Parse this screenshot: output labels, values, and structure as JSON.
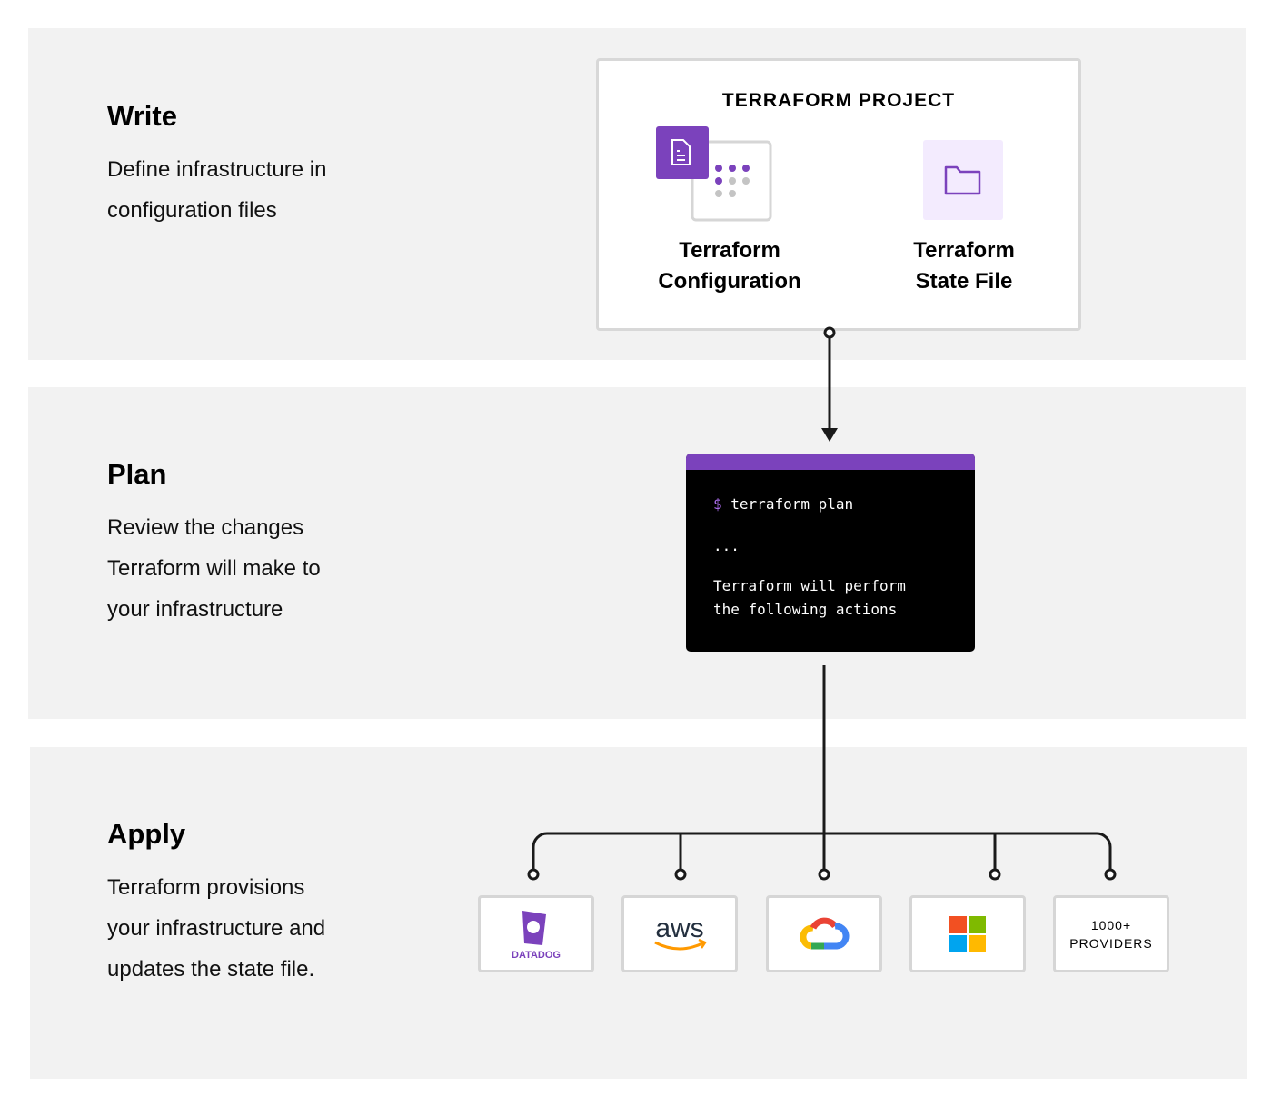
{
  "sections": [
    {
      "title": "Write",
      "lines": [
        "Define infrastructure in",
        "configuration files"
      ]
    },
    {
      "title": "Plan",
      "lines": [
        "Review the changes",
        "Terraform will make to",
        "your infrastructure"
      ]
    },
    {
      "title": "Apply",
      "lines": [
        "Terraform provisions",
        "your infrastructure and",
        "updates the state file."
      ]
    }
  ],
  "project": {
    "title": "TERRAFORM PROJECT",
    "config_label": [
      "Terraform",
      "Configuration"
    ],
    "state_label": [
      "Terraform",
      "State File"
    ]
  },
  "terminal": {
    "prompt": "$",
    "command": "terraform plan",
    "ellipsis": "...",
    "output": [
      "Terraform will perform",
      "the following actions"
    ]
  },
  "providers": [
    {
      "name": "DATADOG"
    },
    {
      "name": "aws"
    },
    {
      "name": "google-cloud"
    },
    {
      "name": "microsoft"
    },
    {
      "name_lines": [
        "1000+",
        "PROVIDERS"
      ]
    }
  ],
  "colors": {
    "accent": "#7b42bc",
    "band": "#f2f2f2"
  }
}
